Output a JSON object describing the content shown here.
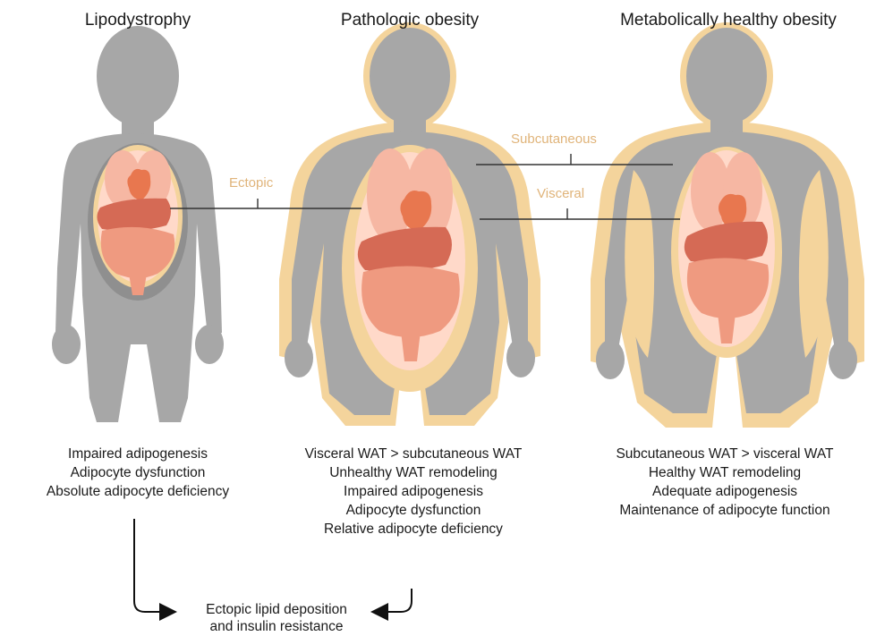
{
  "titles": {
    "lipodystrophy": "Lipodystrophy",
    "pathologic": "Pathologic obesity",
    "healthy": "Metabolically healthy obesity"
  },
  "labels": {
    "ectopic": "Ectopic",
    "subcutaneous": "Subcutaneous",
    "visceral": "Visceral"
  },
  "descriptions": {
    "lipodystrophy": [
      "Impaired adipogenesis",
      "Adipocyte dysfunction",
      "Absolute adipocyte deficiency"
    ],
    "pathologic": [
      "Visceral WAT > subcutaneous WAT",
      "Unhealthy WAT remodeling",
      "Impaired adipogenesis",
      "Adipocyte dysfunction",
      "Relative adipocyte deficiency"
    ],
    "healthy": [
      "Subcutaneous WAT > visceral WAT",
      "Healthy WAT remodeling",
      "Adequate adipogenesis",
      "Maintenance of adipocyte function"
    ]
  },
  "outcome": {
    "line1": "Ectopic lipid deposition",
    "line2": "and insulin resistance"
  },
  "colors": {
    "body": "#a7a7a7",
    "fat": "#f4d49c",
    "label": "#e0b47a",
    "abdomen": "#ffd9c9",
    "organ": "#ef9a80",
    "liver": "#d56a55",
    "heart": "#e8774f"
  }
}
